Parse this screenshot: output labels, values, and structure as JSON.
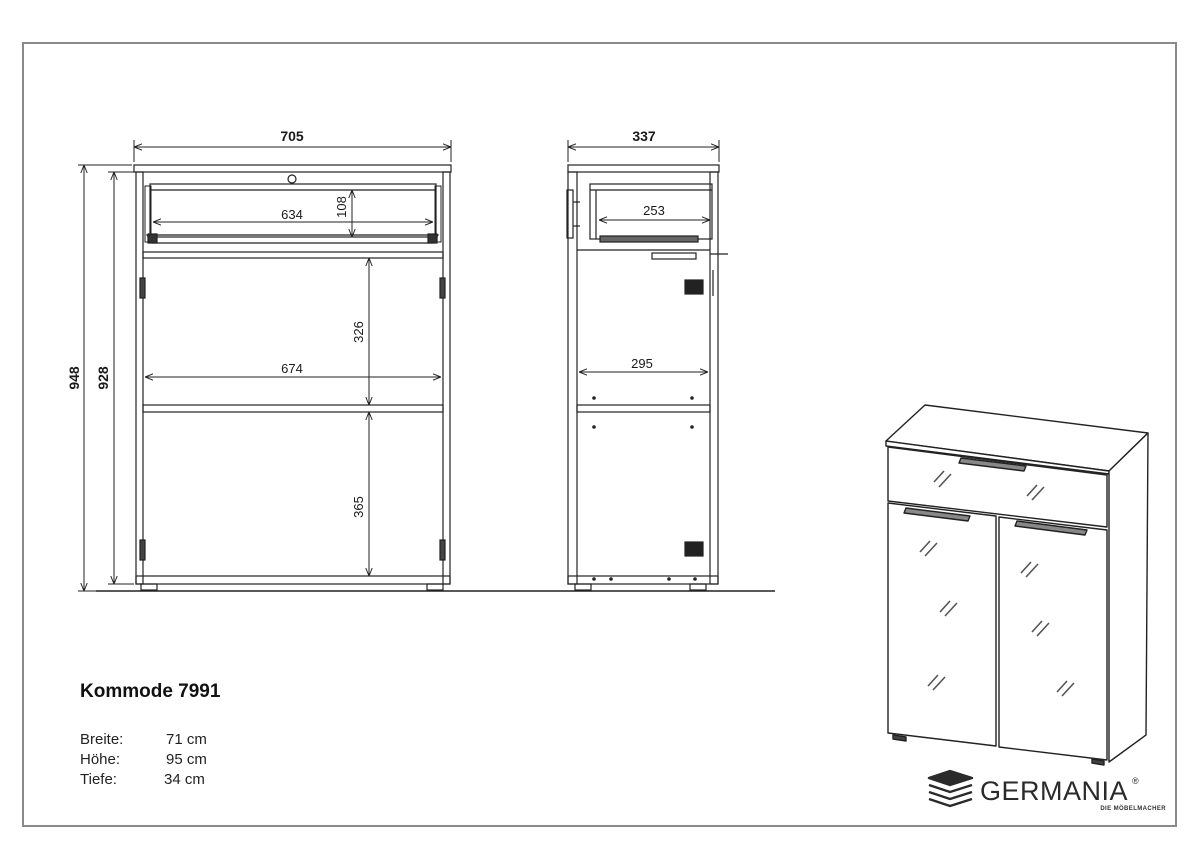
{
  "front_view": {
    "overall_width": "705",
    "drawer_inner_width": "634",
    "drawer_height": "108",
    "upper_compartment_height": "326",
    "shelf_width": "674",
    "lower_compartment_height": "365",
    "overall_height": "948",
    "body_height": "928"
  },
  "side_view": {
    "overall_depth": "337",
    "drawer_depth": "253",
    "shelf_depth": "295"
  },
  "product": {
    "title": "Kommode 7991",
    "specs": [
      {
        "label": "Breite:",
        "value": "71 cm"
      },
      {
        "label": "Höhe:",
        "value": "95 cm"
      },
      {
        "label": "Tiefe:",
        "value": "34 cm"
      }
    ]
  },
  "brand": {
    "name": "GERMANIA",
    "mark": "®",
    "tagline": "DIE MÖBELMACHER",
    "icon": "stacked-layers-icon"
  }
}
